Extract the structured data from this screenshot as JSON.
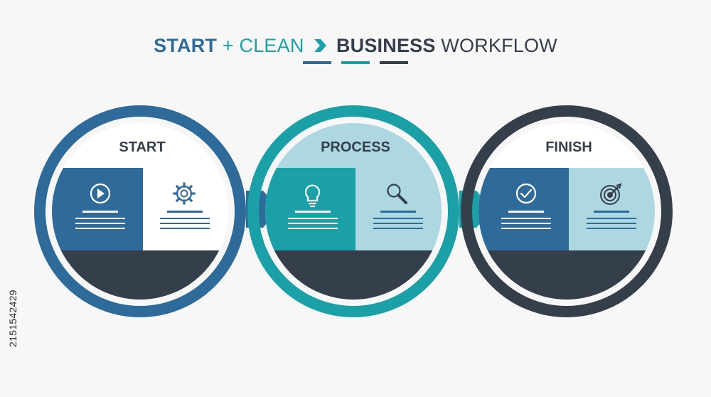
{
  "title": {
    "part1": "START",
    "part2": "+ CLEAN",
    "part3": "BUSINESS",
    "part4": "WORKFLOW"
  },
  "side_text": "2151542429",
  "colors": {
    "blue": "#2e6b9b",
    "teal": "#1aa0a6",
    "dark": "#353f4b",
    "light_blue": "#add8e2"
  },
  "stages": [
    {
      "title": "START",
      "left_icon": "play-icon",
      "right_icon": "gear-icon"
    },
    {
      "title": "PROCESS",
      "left_icon": "lightbulb-icon",
      "right_icon": "magnifier-icon"
    },
    {
      "title": "FINISH",
      "left_icon": "checkmark-icon",
      "right_icon": "target-icon"
    }
  ]
}
